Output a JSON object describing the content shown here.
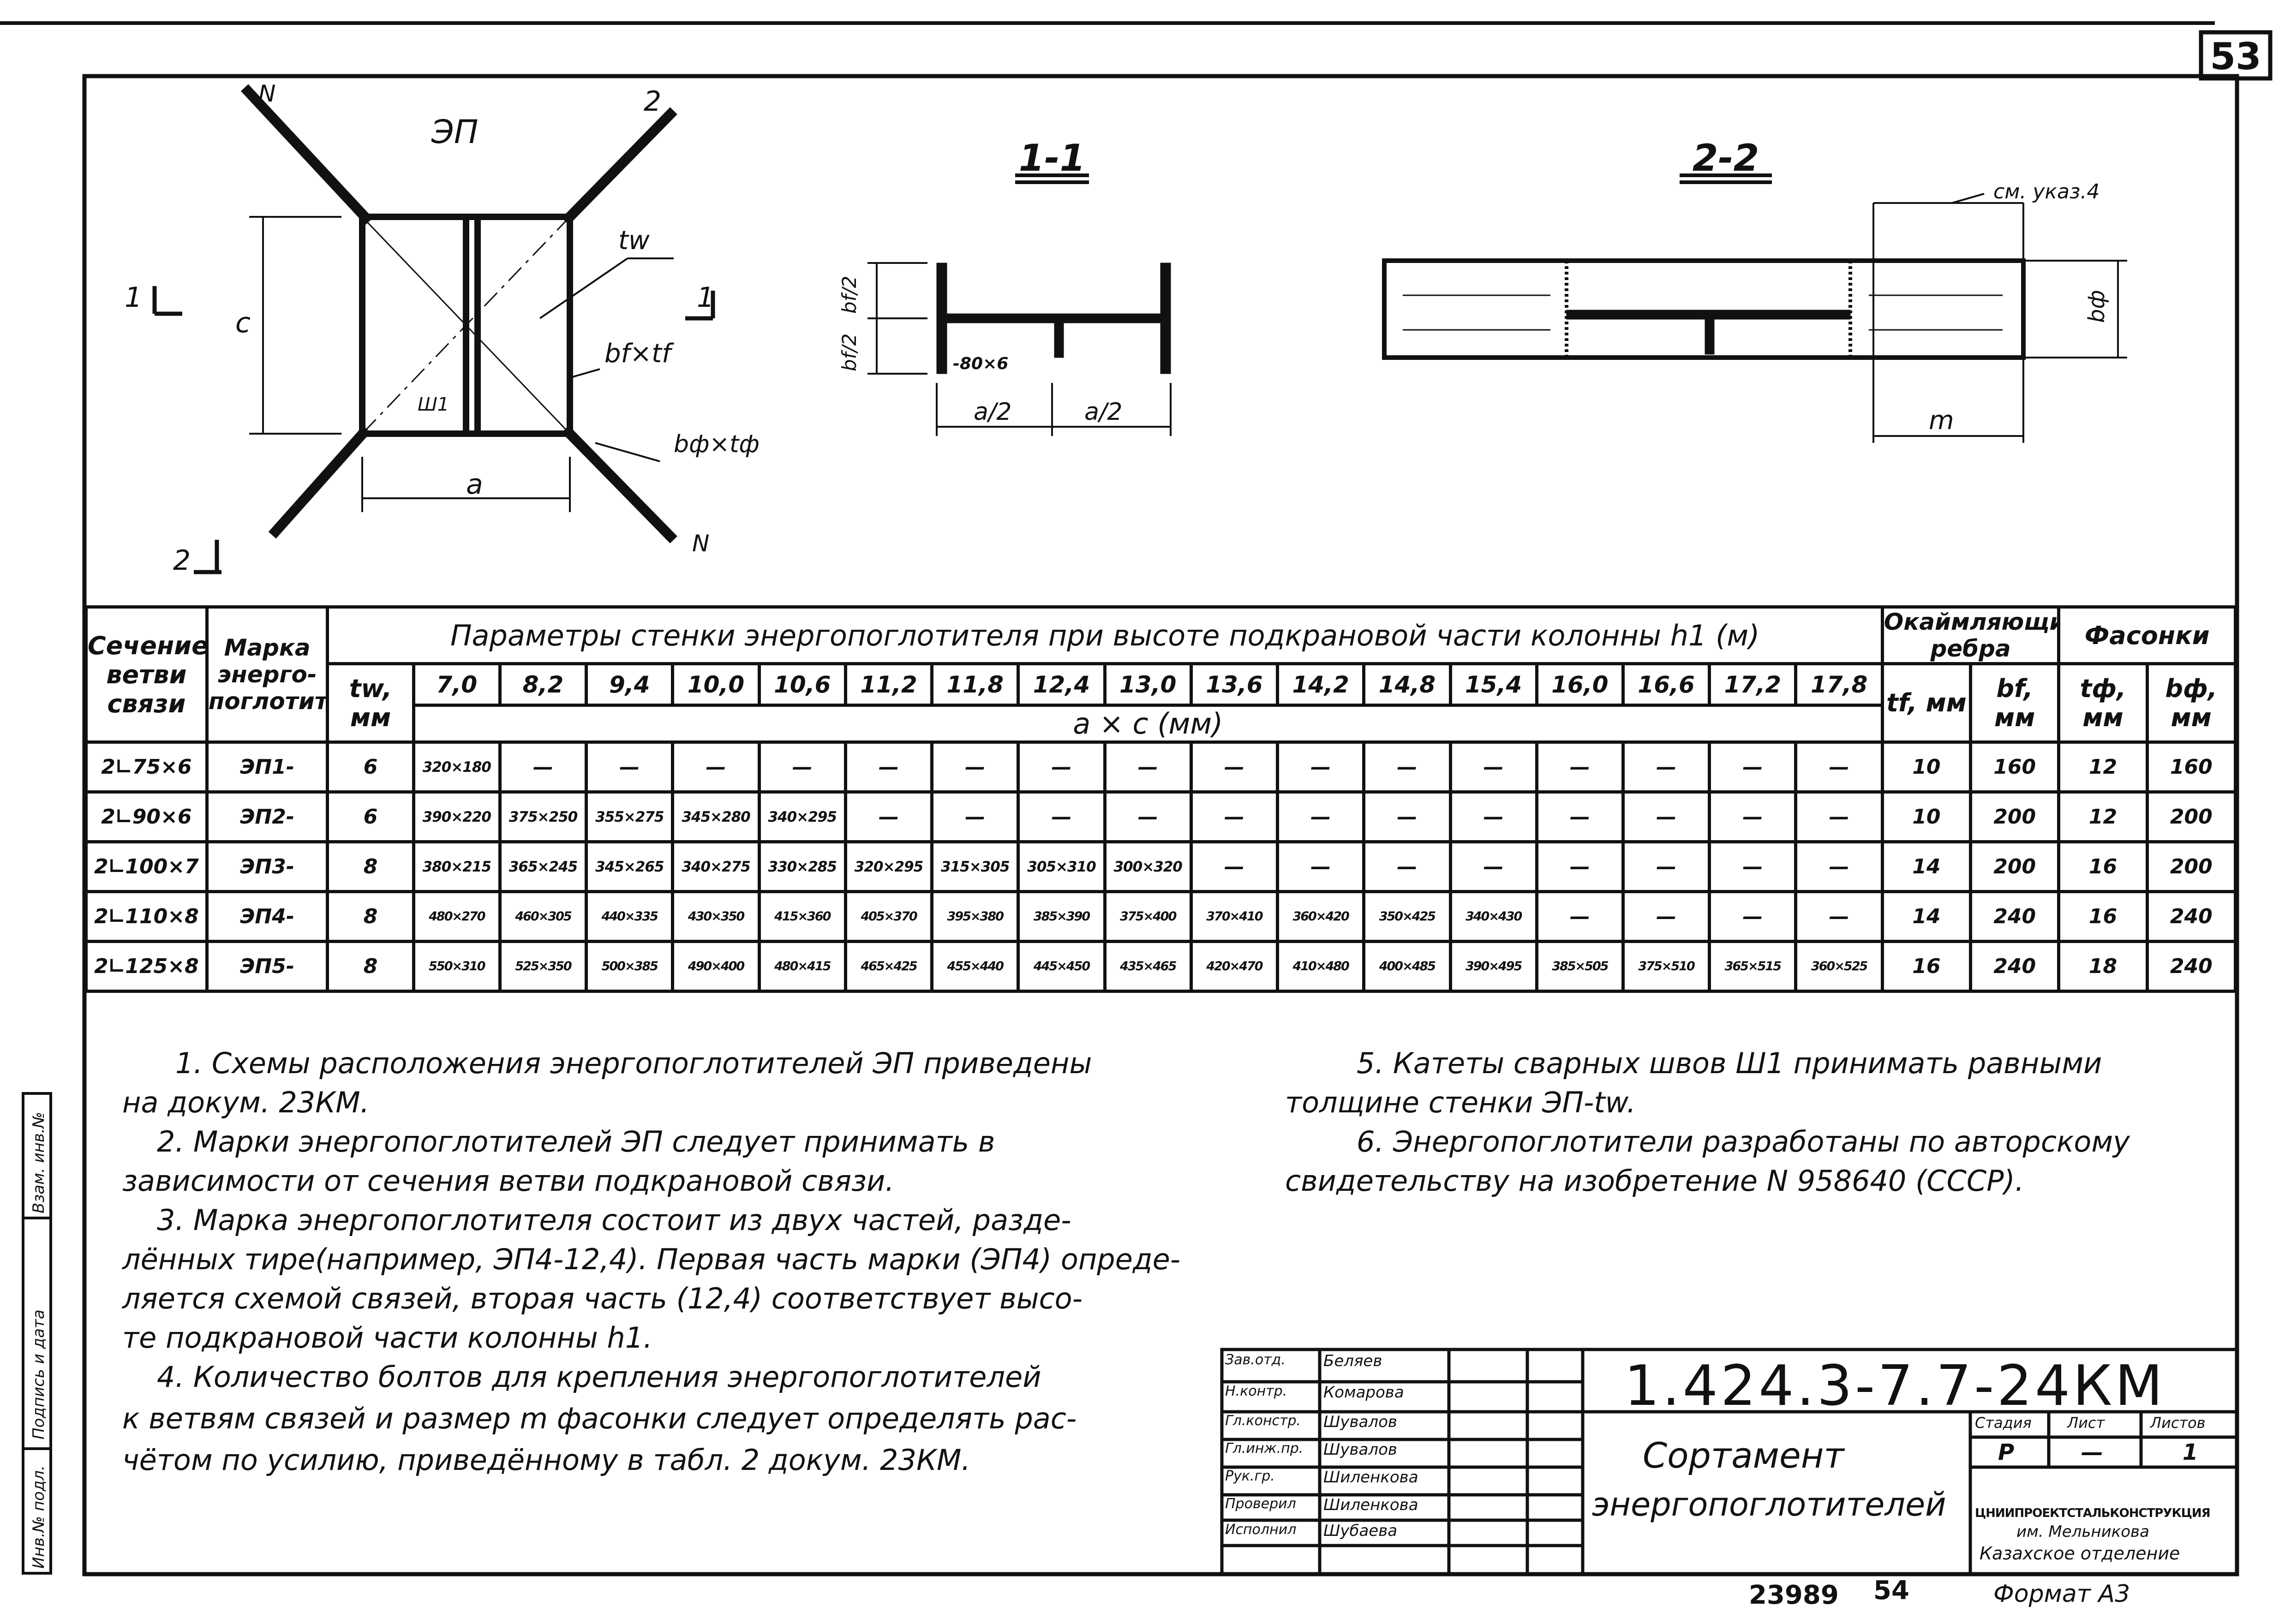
{
  "sheet_number": "53",
  "drawings": {
    "ep_view": {
      "title": "ЭП",
      "dim_a": "a",
      "dim_c": "c",
      "tw_label": "tw",
      "bf_tf_label": "bf×tf",
      "bph_tph_label": "bф×tф",
      "weld_label": "Ш1",
      "section_1": "1",
      "section_2": "2",
      "n_label": "N"
    },
    "section_1_1": {
      "title": "1-1",
      "dim_a2_left": "a/2",
      "dim_a2_right": "a/2",
      "bf2_top": "bf/2",
      "bf2_bottom": "bf/2",
      "plate": "-80×6"
    },
    "section_2_2": {
      "title": "2-2",
      "note_ref": "см. указ.4",
      "dim_m": "m",
      "dim_bph": "bф"
    }
  },
  "table": {
    "col_section": "Сечение ветви связи",
    "col_mark": "Марка энерго-поглотителя",
    "col_params": "Параметры стенки энергопоглотителя при высоте подкрановой части колонны h1 (м)",
    "col_tw": "tw, мм",
    "col_ribs": "Окаймляющие ребра",
    "col_gussets": "Фасонки",
    "col_ac": "a × c (мм)",
    "col_tf": "tf, мм",
    "col_bf": "bf, мм",
    "col_tph": "tф, мм",
    "col_bph": "bф, мм",
    "heights": [
      "7,0",
      "8,2",
      "9,4",
      "10,0",
      "10,6",
      "11,2",
      "11,8",
      "12,4",
      "13,0",
      "13,6",
      "14,2",
      "14,8",
      "15,4",
      "16,0",
      "16,6",
      "17,2",
      "17,8"
    ],
    "rows": [
      {
        "section": "2∟75×6",
        "mark": "ЭП1-",
        "tw": "6",
        "values": [
          "320×180",
          "—",
          "—",
          "—",
          "—",
          "—",
          "—",
          "—",
          "—",
          "—",
          "—",
          "—",
          "—",
          "—",
          "—",
          "—",
          "—"
        ],
        "tf": "10",
        "bf": "160",
        "tph": "12",
        "bph": "160"
      },
      {
        "section": "2∟90×6",
        "mark": "ЭП2-",
        "tw": "6",
        "values": [
          "390×220",
          "375×250",
          "355×275",
          "345×280",
          "340×295",
          "—",
          "—",
          "—",
          "—",
          "—",
          "—",
          "—",
          "—",
          "—",
          "—",
          "—",
          "—"
        ],
        "tf": "10",
        "bf": "200",
        "tph": "12",
        "bph": "200"
      },
      {
        "section": "2∟100×7",
        "mark": "ЭП3-",
        "tw": "8",
        "values": [
          "380×215",
          "365×245",
          "345×265",
          "340×275",
          "330×285",
          "320×295",
          "315×305",
          "305×310",
          "300×320",
          "—",
          "—",
          "—",
          "—",
          "—",
          "—",
          "—",
          "—"
        ],
        "tf": "14",
        "bf": "200",
        "tph": "16",
        "bph": "200"
      },
      {
        "section": "2∟110×8",
        "mark": "ЭП4-",
        "tw": "8",
        "values": [
          "480×270",
          "460×305",
          "440×335",
          "430×350",
          "415×360",
          "405×370",
          "395×380",
          "385×390",
          "375×400",
          "370×410",
          "360×420",
          "350×425",
          "340×430",
          "—",
          "—",
          "—",
          "—"
        ],
        "tf": "14",
        "bf": "240",
        "tph": "16",
        "bph": "240"
      },
      {
        "section": "2∟125×8",
        "mark": "ЭП5-",
        "tw": "8",
        "values": [
          "550×310",
          "525×350",
          "500×385",
          "490×400",
          "480×415",
          "465×425",
          "455×440",
          "445×450",
          "435×465",
          "420×470",
          "410×480",
          "400×485",
          "390×495",
          "385×505",
          "375×510",
          "365×515",
          "360×525"
        ],
        "tf": "16",
        "bf": "240",
        "tph": "18",
        "bph": "240"
      }
    ]
  },
  "notes": {
    "n1a": "1. Схемы расположения энергопоглотителей ЭП приведены",
    "n1b": "на докум. 23КМ.",
    "n2a": "2. Марки энергопоглотителей ЭП следует принимать в",
    "n2b": "зависимости от сечения ветви подкрановой связи.",
    "n3a": "3. Марка энергопоглотителя состоит из двух частей, разде-",
    "n3b": "лённых тире(например, ЭП4-12,4). Первая часть марки (ЭП4) опреде-",
    "n3c": "ляется схемой связей, вторая часть (12,4) соответствует высо-",
    "n3d": "те подкрановой части колонны h1.",
    "n4a": "4. Количество болтов для крепления энергопоглотителей",
    "n4b": "к ветвям связей и размер m фасонки следует определять рас-",
    "n4c": "чётом по усилию, приведённому в табл. 2 докум. 23КМ.",
    "n5a": "5. Катеты сварных швов Ш1 принимать равными",
    "n5b": "толщине стенки ЭП-tw.",
    "n6a": "6. Энергопоглотители разработаны по авторскому",
    "n6b": "свидетельству на изобретение N 958640 (СССР)."
  },
  "side_stamp": {
    "s1": "Инв.№ подл.",
    "s2": "Подпись и дата",
    "s3": "Взам. инв.№"
  },
  "title_block": {
    "doc_code": "1.424.3-7.7-24КМ",
    "name1": "Сортамент",
    "name2": "энергопоглотителей",
    "stage_h": "Стадия",
    "sheet_h": "Лист",
    "sheets_h": "Листов",
    "stage": "Р",
    "sheet": "—",
    "sheets": "1",
    "org1": "ЦНИИПРОЕКТСТАЛЬКОНСТРУКЦИЯ",
    "org2": "им. Мельникова",
    "org3": "Казахское отделение",
    "roles": [
      {
        "role": "Зав.отд.",
        "name": "Беляев"
      },
      {
        "role": "Н.контр.",
        "name": "Комарова"
      },
      {
        "role": "Гл.констр.",
        "name": "Шувалов"
      },
      {
        "role": "Гл.инж.пр.",
        "name": "Шувалов"
      },
      {
        "role": "Рук.гр.",
        "name": "Шиленкова"
      },
      {
        "role": "Проверил",
        "name": "Шиленкова"
      },
      {
        "role": "Исполнил",
        "name": "Шубаева"
      }
    ]
  },
  "footer": {
    "inv": "23989",
    "page": "54",
    "format": "Формат А3"
  }
}
